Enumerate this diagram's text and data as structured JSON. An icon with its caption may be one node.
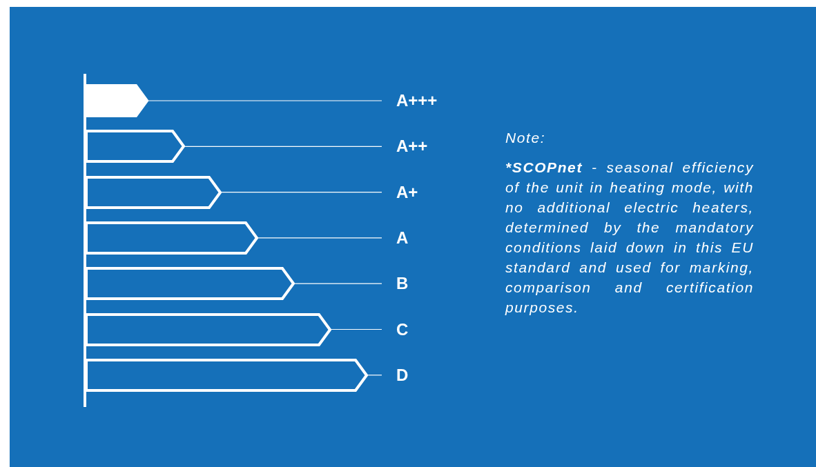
{
  "diagram": {
    "nodes": [
      {
        "text": [],
        "shape": "block"
      },
      {
        "text": [
          "A+++"
        ]
      },
      {
        "text": [],
        "shape": "bar"
      },
      {
        "text": [
          "A++"
        ]
      },
      {
        "text": [],
        "shape": "bar"
      },
      {
        "text": [
          "A+"
        ]
      },
      {
        "text": [],
        "shape": "bar"
      },
      {
        "text": [
          "A"
        ]
      },
      {
        "text": [],
        "shape": "bar"
      },
      {
        "text": [
          "B"
        ]
      },
      {
        "text": [],
        "shape": "bar"
      },
      {
        "text": [
          "C"
        ]
      },
      {
        "text": [],
        "shape": "bar"
      },
      {
        "text": [
          "D"
        ]
      }
    ],
    "edges": [
      {
        "from": 1,
        "to": 0,
        "arrow": "none"
      },
      {
        "from": 3,
        "to": 2,
        "arrow": "none"
      },
      {
        "from": 5,
        "to": 4,
        "arrow": "none"
      },
      {
        "from": 7,
        "to": 6,
        "arrow": "none"
      },
      {
        "from": 9,
        "to": 8,
        "arrow": "none"
      },
      {
        "from": 11,
        "to": 10,
        "arrow": "none"
      },
      {
        "from": 13,
        "to": 12,
        "arrow": "none"
      }
    ],
    "labels": [
      "Note:",
      "***SCOPnet** - seasonal efficiency of the unit in heating mode, with no additional electric heaters, determined by the mandatory conditions laid down in this EU standard and used for marking, comparison and certification purposes."
    ]
  }
}
